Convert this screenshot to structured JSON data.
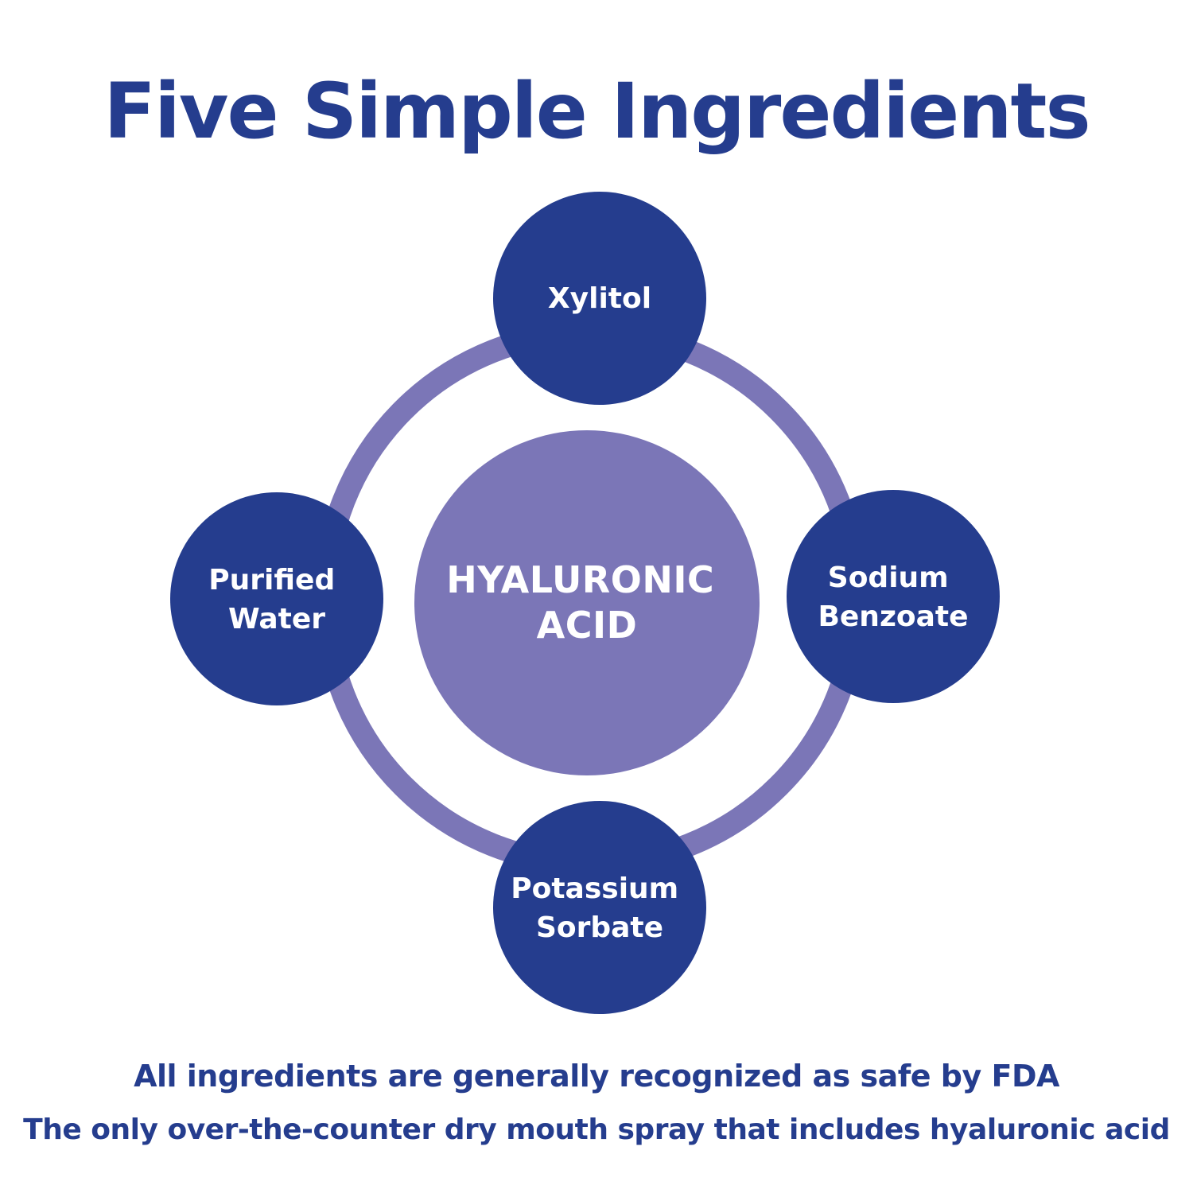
{
  "title": "Five Simple Ingredients",
  "colors": {
    "primary": "#253d8e",
    "ring": "#7b76b7",
    "center": "#7b76b7",
    "node_text": "#ffffff",
    "background": "#ffffff"
  },
  "center": {
    "lines": [
      "HYALURONIC",
      "ACID"
    ]
  },
  "nodes": {
    "top": {
      "lines": [
        "Xylitol"
      ]
    },
    "right": {
      "lines": [
        "Sodium",
        "Benzoate"
      ]
    },
    "bottom": {
      "lines": [
        "Potassium",
        "Sorbate"
      ]
    },
    "left": {
      "lines": [
        "Purified",
        "Water"
      ]
    }
  },
  "footer": {
    "line1": "All ingredients are generally recognized as safe by FDA",
    "line2": "The only over-the-counter dry mouth spray that includes hyaluronic acid"
  }
}
